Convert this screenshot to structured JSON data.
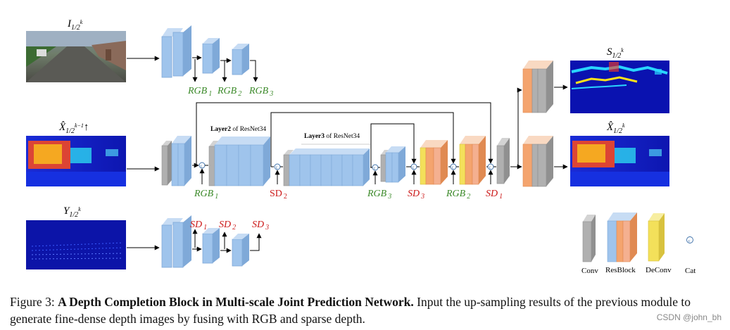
{
  "colors": {
    "resblock_blue": "#9fc4ec",
    "resblock_blue_dark": "#7fa9d8",
    "resblock_orange": "#f4a46e",
    "conv_gray": "#b0b0b0",
    "deconv_yellow": "#f3e05a",
    "rgb_label": "#3c8a2a",
    "sd_label": "#cc1a1a",
    "depth_bg": "#0f1cc9"
  },
  "inputs": {
    "image_label": "I",
    "image_sub": "1/2",
    "image_sup": "k",
    "prev_label": "X̂",
    "prev_sub": "1/2",
    "prev_sup": "k−1",
    "prev_arrow": "↑",
    "sparse_label": "Y",
    "sparse_sub": "1/2",
    "sparse_sup": "k"
  },
  "outputs": {
    "s_label": "S",
    "s_sub": "1/2",
    "s_sup": "k",
    "x_label": "X̂",
    "x_sub": "1/2",
    "x_sup": "k"
  },
  "rgb_branch": {
    "labels": [
      {
        "text": "RGB",
        "sub": "1"
      },
      {
        "text": "RGB",
        "sub": "2"
      },
      {
        "text": "RGB",
        "sub": "3"
      }
    ]
  },
  "sd_branch": {
    "labels": [
      {
        "text": "SD",
        "sub": "1"
      },
      {
        "text": "SD",
        "sub": "2"
      },
      {
        "text": "SD",
        "sub": "3"
      }
    ]
  },
  "middle": {
    "layer2_bold": "Layer2",
    "layer2_rest": " of ResNet34",
    "layer3_bold": "Layer3",
    "layer3_rest": " of ResNet34",
    "fusion_labels": [
      {
        "text": "RGB",
        "sub": "1",
        "kind": "rgb"
      },
      {
        "text": "SD",
        "sub": "2",
        "kind": "sd"
      },
      {
        "text": "RGB",
        "sub": "3",
        "kind": "rgb"
      },
      {
        "text": "SD",
        "sub": "3",
        "kind": "sd"
      },
      {
        "text": "RGB",
        "sub": "2",
        "kind": "rgb"
      },
      {
        "text": "SD",
        "sub": "1",
        "kind": "sd"
      }
    ],
    "cat_symbol": "c"
  },
  "legend": {
    "items": [
      "Conv",
      "ResBlock",
      "DeConv",
      "Cat"
    ],
    "cat_symbol": "c"
  },
  "caption": {
    "prefix": "Figure 3: ",
    "title": "A Depth Completion Block in Multi-scale Joint Prediction Network.",
    "body": " Input the up-sampling results of the previous module to generate fine-dense depth images by fusing with RGB and sparse depth."
  },
  "watermark": "CSDN @john_bh"
}
